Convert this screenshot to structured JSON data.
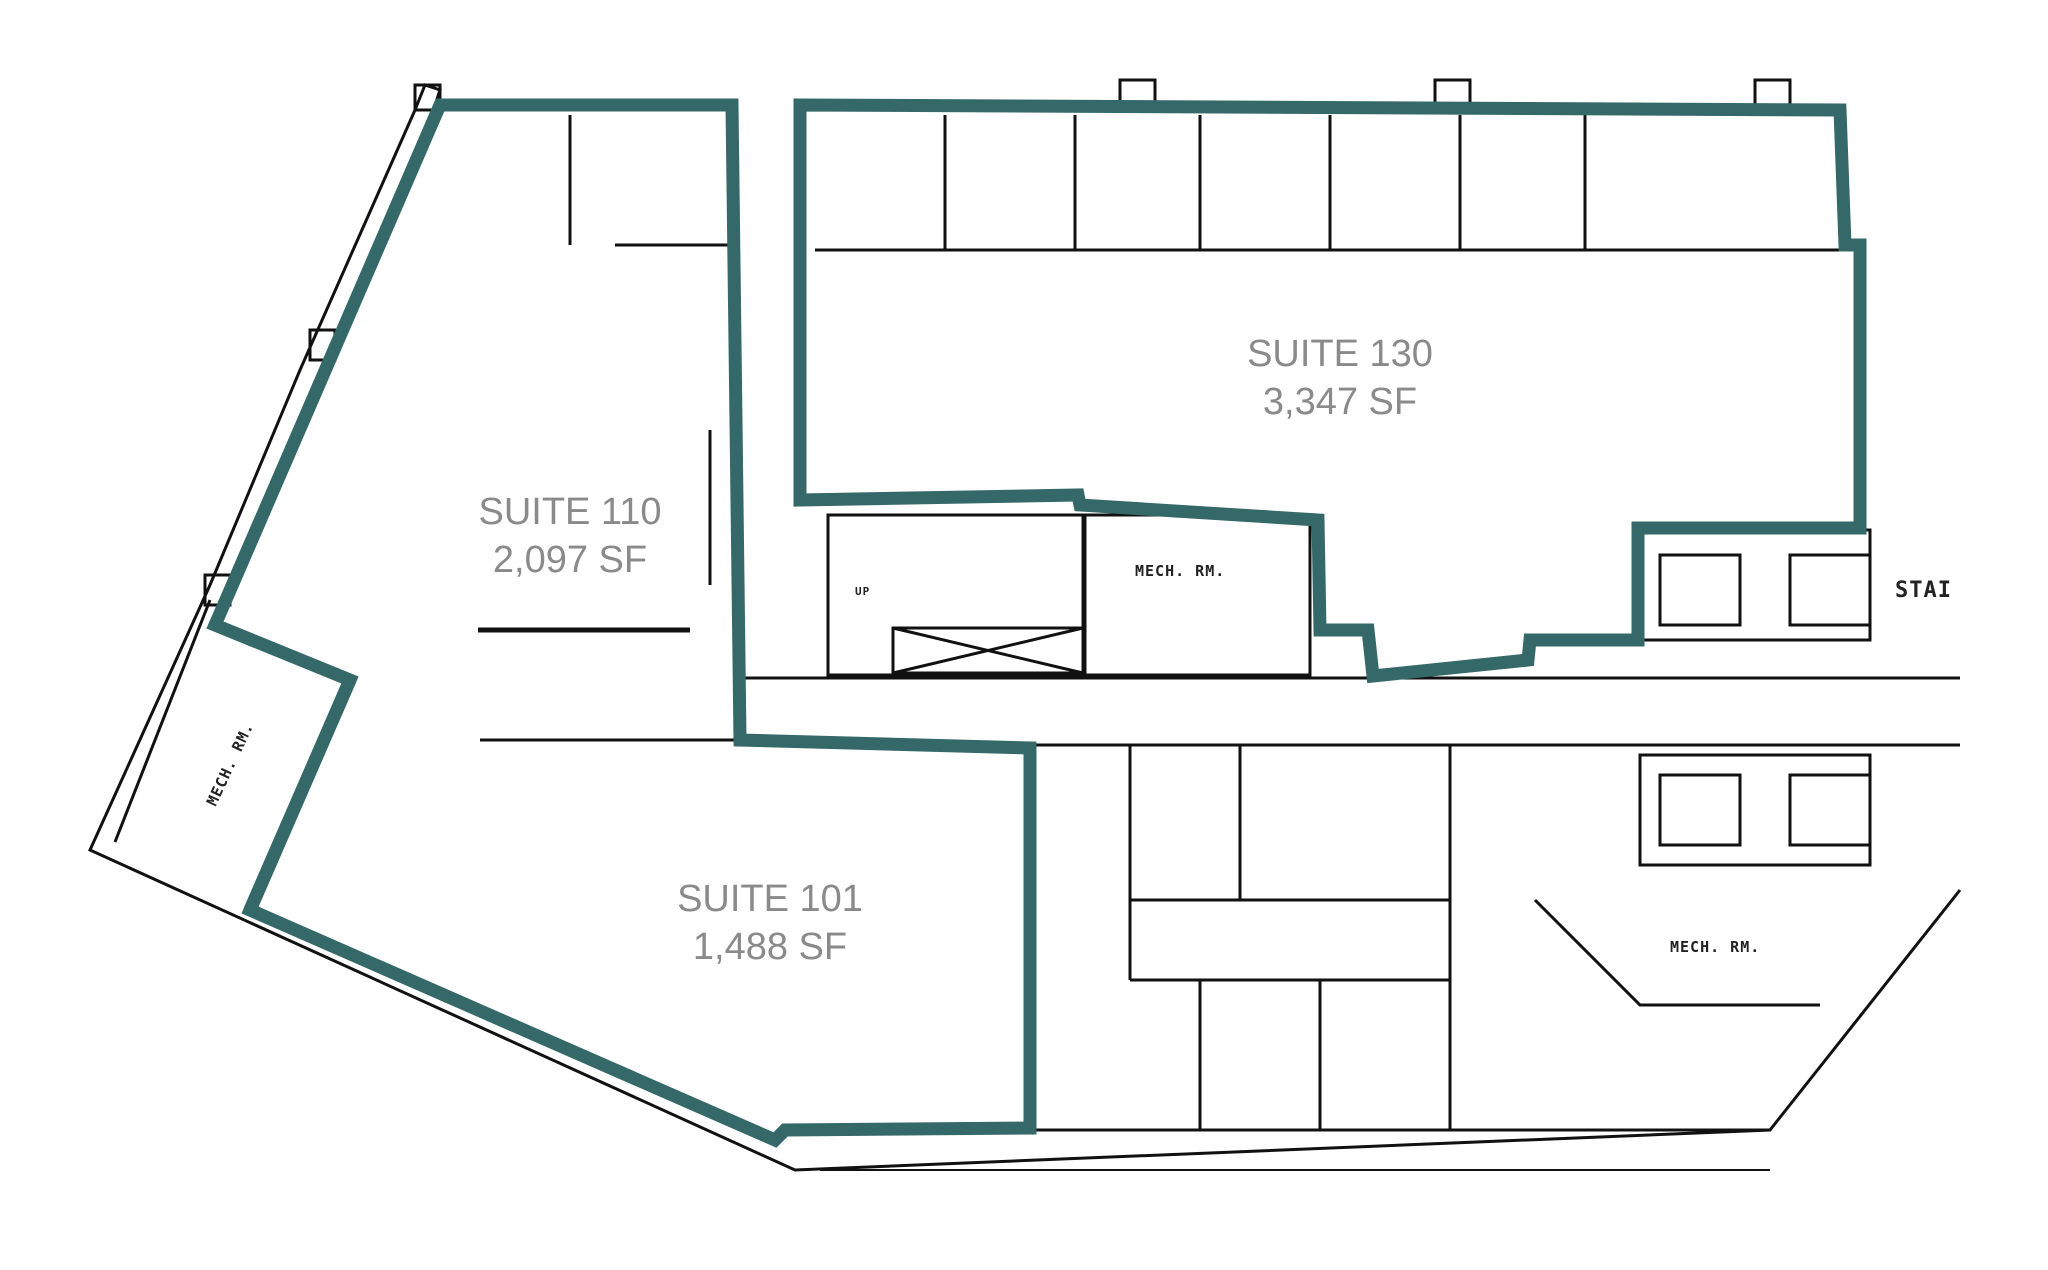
{
  "colors": {
    "suite_outline": "#356868",
    "walls": "#111111",
    "label": "#8a8a8a"
  },
  "suites": [
    {
      "name": "SUITE 130",
      "area": "3,347 SF"
    },
    {
      "name": "SUITE 110",
      "area": "2,097 SF"
    },
    {
      "name": "SUITE 101",
      "area": "1,488 SF"
    }
  ],
  "rooms": [
    {
      "label": "MECH. RM."
    },
    {
      "label": "MECH. RM."
    },
    {
      "label": "MECH. RM."
    },
    {
      "label": "STAI"
    },
    {
      "label": "UP"
    }
  ]
}
